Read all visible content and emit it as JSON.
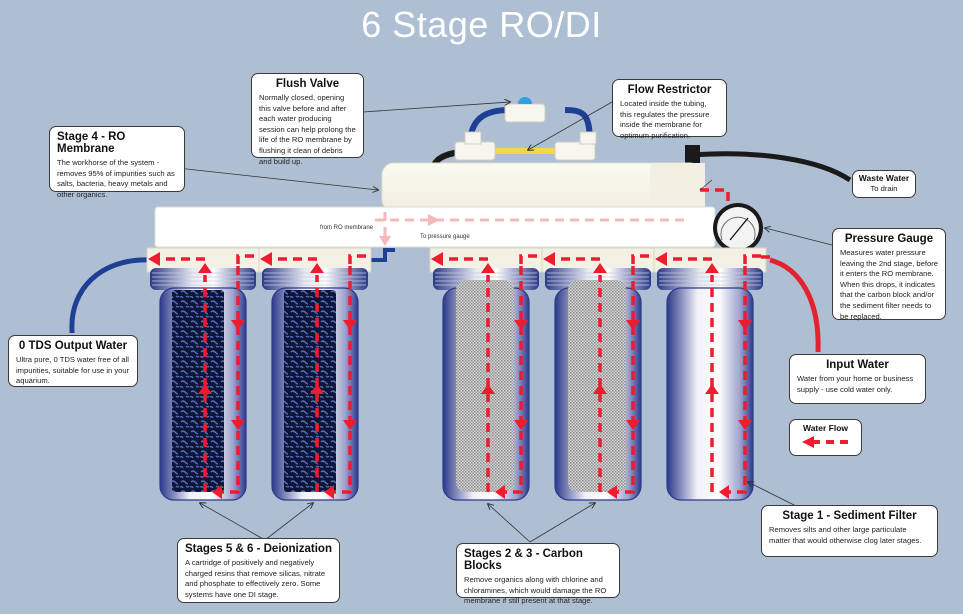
{
  "title": "6 Stage RO/DI",
  "colors": {
    "background": "#aebfd3",
    "flow_arrow": "#ee1c2e",
    "output_tube": "#1f3f95",
    "input_tube": "#e3222f",
    "waste_tube": "#1a1a1a",
    "flow_restrictor": "#f5d54a",
    "flush_valve_knob": "#2aa3e0",
    "housing": "#f6f4ea"
  },
  "stages": [
    {
      "id": "stage-6",
      "media": "deionization-resin"
    },
    {
      "id": "stage-5",
      "media": "deionization-resin"
    },
    {
      "id": "stage-3",
      "media": "carbon-block"
    },
    {
      "id": "stage-2",
      "media": "carbon-block"
    },
    {
      "id": "stage-1",
      "media": "sediment"
    }
  ],
  "inline_labels": {
    "from_ro": "from RO membrane",
    "to_gauge": "To pressure gauge"
  },
  "callouts": {
    "flush_valve": {
      "title": "Flush Valve",
      "body": "Normally closed, opening this valve before and after each water producing session can help prolong the life of the RO membrane by flushing it clean of debris and build up."
    },
    "ro_membrane": {
      "title": "Stage 4 - RO Membrane",
      "body": "The workhorse of the system - removes 95% of impurities such as salts, bacteria, heavy metals and other organics."
    },
    "flow_restrictor": {
      "title": "Flow Restrictor",
      "body": "Located inside the tubing, this regulates the pressure inside the membrane for optimum purification."
    },
    "waste_water": {
      "title": "Waste Water",
      "body": "To drain"
    },
    "pressure_gauge": {
      "title": "Pressure Gauge",
      "body": "Measures water pressure leaving the 2nd stage, before it enters the RO membrane. When this drops, it indicates that the carbon block and/or the sediment filter needs to be replaced."
    },
    "output_water": {
      "title": "0 TDS Output Water",
      "body": "Ultra pure, 0 TDS water free of all impurities, suitable for use in your aquarium."
    },
    "input_water": {
      "title": "Input Water",
      "body": "Water from your home or business supply - use cold water only."
    },
    "legend": {
      "title": "Water Flow"
    },
    "sediment_filter": {
      "title": "Stage 1 - Sediment Filter",
      "body": "Removes silts and other large particulate matter that would otherwise clog later stages."
    },
    "carbon_blocks": {
      "title": "Stages 2 & 3 - Carbon Blocks",
      "body": "Remove organics along with chlorine and chloramines, which would damage the RO membrane if still present at that stage."
    },
    "deionization": {
      "title": "Stages 5 & 6 - Deionization",
      "body": "A cartridge of positively and negatively charged resins that remove silicas, nitrate and phosphate to effectively zero. Some systems have one DI stage."
    }
  }
}
